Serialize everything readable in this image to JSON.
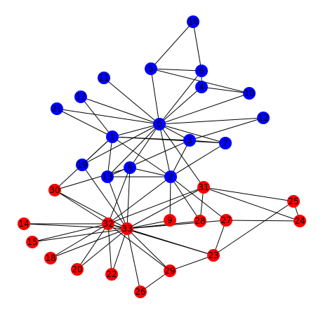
{
  "colors": {
    "group_a": "#0000ff",
    "group_b": "#ff0000",
    "edge": "#000000",
    "label": "#000000",
    "background": "#ffffff"
  },
  "graph": {
    "nodes": [
      {
        "id": "0",
        "label": "0",
        "group": "group_a"
      },
      {
        "id": "1",
        "label": "1",
        "group": "group_a"
      },
      {
        "id": "2",
        "label": "2",
        "group": "group_a"
      },
      {
        "id": "3",
        "label": "3",
        "group": "group_a"
      },
      {
        "id": "4",
        "label": "4",
        "group": "group_a"
      },
      {
        "id": "5",
        "label": "5",
        "group": "group_a"
      },
      {
        "id": "6",
        "label": "6",
        "group": "group_a"
      },
      {
        "id": "7",
        "label": "7",
        "group": "group_a"
      },
      {
        "id": "8",
        "label": "8",
        "group": "group_a"
      },
      {
        "id": "9",
        "label": "9",
        "group": "group_b"
      },
      {
        "id": "10",
        "label": "10",
        "group": "group_a"
      },
      {
        "id": "11",
        "label": "11",
        "group": "group_a"
      },
      {
        "id": "12",
        "label": "12",
        "group": "group_a"
      },
      {
        "id": "13",
        "label": "13",
        "group": "group_a"
      },
      {
        "id": "14",
        "label": "14",
        "group": "group_b"
      },
      {
        "id": "15",
        "label": "15",
        "group": "group_b"
      },
      {
        "id": "16",
        "label": "16",
        "group": "group_a"
      },
      {
        "id": "17",
        "label": "17",
        "group": "group_a"
      },
      {
        "id": "18",
        "label": "18",
        "group": "group_b"
      },
      {
        "id": "19",
        "label": "19",
        "group": "group_a"
      },
      {
        "id": "20",
        "label": "20",
        "group": "group_b"
      },
      {
        "id": "21",
        "label": "21",
        "group": "group_a"
      },
      {
        "id": "22",
        "label": "22",
        "group": "group_b"
      },
      {
        "id": "23",
        "label": "23",
        "group": "group_b"
      },
      {
        "id": "24",
        "label": "24",
        "group": "group_b"
      },
      {
        "id": "25",
        "label": "25",
        "group": "group_b"
      },
      {
        "id": "26",
        "label": "26",
        "group": "group_b"
      },
      {
        "id": "27",
        "label": "27",
        "group": "group_b"
      },
      {
        "id": "28",
        "label": "28",
        "group": "group_b"
      },
      {
        "id": "29",
        "label": "29",
        "group": "group_b"
      },
      {
        "id": "30",
        "label": "30",
        "group": "group_b"
      },
      {
        "id": "31",
        "label": "31",
        "group": "group_b"
      },
      {
        "id": "32",
        "label": "32",
        "group": "group_b"
      },
      {
        "id": "33",
        "label": "33",
        "group": "group_b"
      }
    ],
    "edges": [
      [
        "0",
        "1"
      ],
      [
        "0",
        "2"
      ],
      [
        "0",
        "3"
      ],
      [
        "0",
        "4"
      ],
      [
        "0",
        "5"
      ],
      [
        "0",
        "6"
      ],
      [
        "0",
        "7"
      ],
      [
        "0",
        "8"
      ],
      [
        "0",
        "10"
      ],
      [
        "0",
        "11"
      ],
      [
        "0",
        "12"
      ],
      [
        "0",
        "13"
      ],
      [
        "0",
        "17"
      ],
      [
        "0",
        "19"
      ],
      [
        "0",
        "21"
      ],
      [
        "0",
        "31"
      ],
      [
        "1",
        "2"
      ],
      [
        "1",
        "3"
      ],
      [
        "1",
        "7"
      ],
      [
        "1",
        "13"
      ],
      [
        "1",
        "17"
      ],
      [
        "1",
        "19"
      ],
      [
        "1",
        "21"
      ],
      [
        "1",
        "30"
      ],
      [
        "2",
        "3"
      ],
      [
        "2",
        "7"
      ],
      [
        "2",
        "8"
      ],
      [
        "2",
        "9"
      ],
      [
        "2",
        "13"
      ],
      [
        "2",
        "27"
      ],
      [
        "2",
        "28"
      ],
      [
        "2",
        "32"
      ],
      [
        "3",
        "7"
      ],
      [
        "3",
        "12"
      ],
      [
        "3",
        "13"
      ],
      [
        "4",
        "6"
      ],
      [
        "4",
        "10"
      ],
      [
        "5",
        "6"
      ],
      [
        "5",
        "10"
      ],
      [
        "5",
        "16"
      ],
      [
        "6",
        "16"
      ],
      [
        "8",
        "30"
      ],
      [
        "8",
        "32"
      ],
      [
        "8",
        "33"
      ],
      [
        "9",
        "33"
      ],
      [
        "13",
        "33"
      ],
      [
        "14",
        "32"
      ],
      [
        "14",
        "33"
      ],
      [
        "15",
        "32"
      ],
      [
        "15",
        "33"
      ],
      [
        "18",
        "32"
      ],
      [
        "18",
        "33"
      ],
      [
        "19",
        "33"
      ],
      [
        "20",
        "32"
      ],
      [
        "20",
        "33"
      ],
      [
        "22",
        "32"
      ],
      [
        "22",
        "33"
      ],
      [
        "23",
        "25"
      ],
      [
        "23",
        "27"
      ],
      [
        "23",
        "29"
      ],
      [
        "23",
        "32"
      ],
      [
        "23",
        "33"
      ],
      [
        "24",
        "25"
      ],
      [
        "24",
        "27"
      ],
      [
        "24",
        "31"
      ],
      [
        "25",
        "31"
      ],
      [
        "26",
        "29"
      ],
      [
        "26",
        "33"
      ],
      [
        "27",
        "33"
      ],
      [
        "28",
        "31"
      ],
      [
        "28",
        "33"
      ],
      [
        "29",
        "32"
      ],
      [
        "29",
        "33"
      ],
      [
        "30",
        "32"
      ],
      [
        "30",
        "33"
      ],
      [
        "31",
        "32"
      ],
      [
        "31",
        "33"
      ],
      [
        "32",
        "33"
      ]
    ]
  }
}
